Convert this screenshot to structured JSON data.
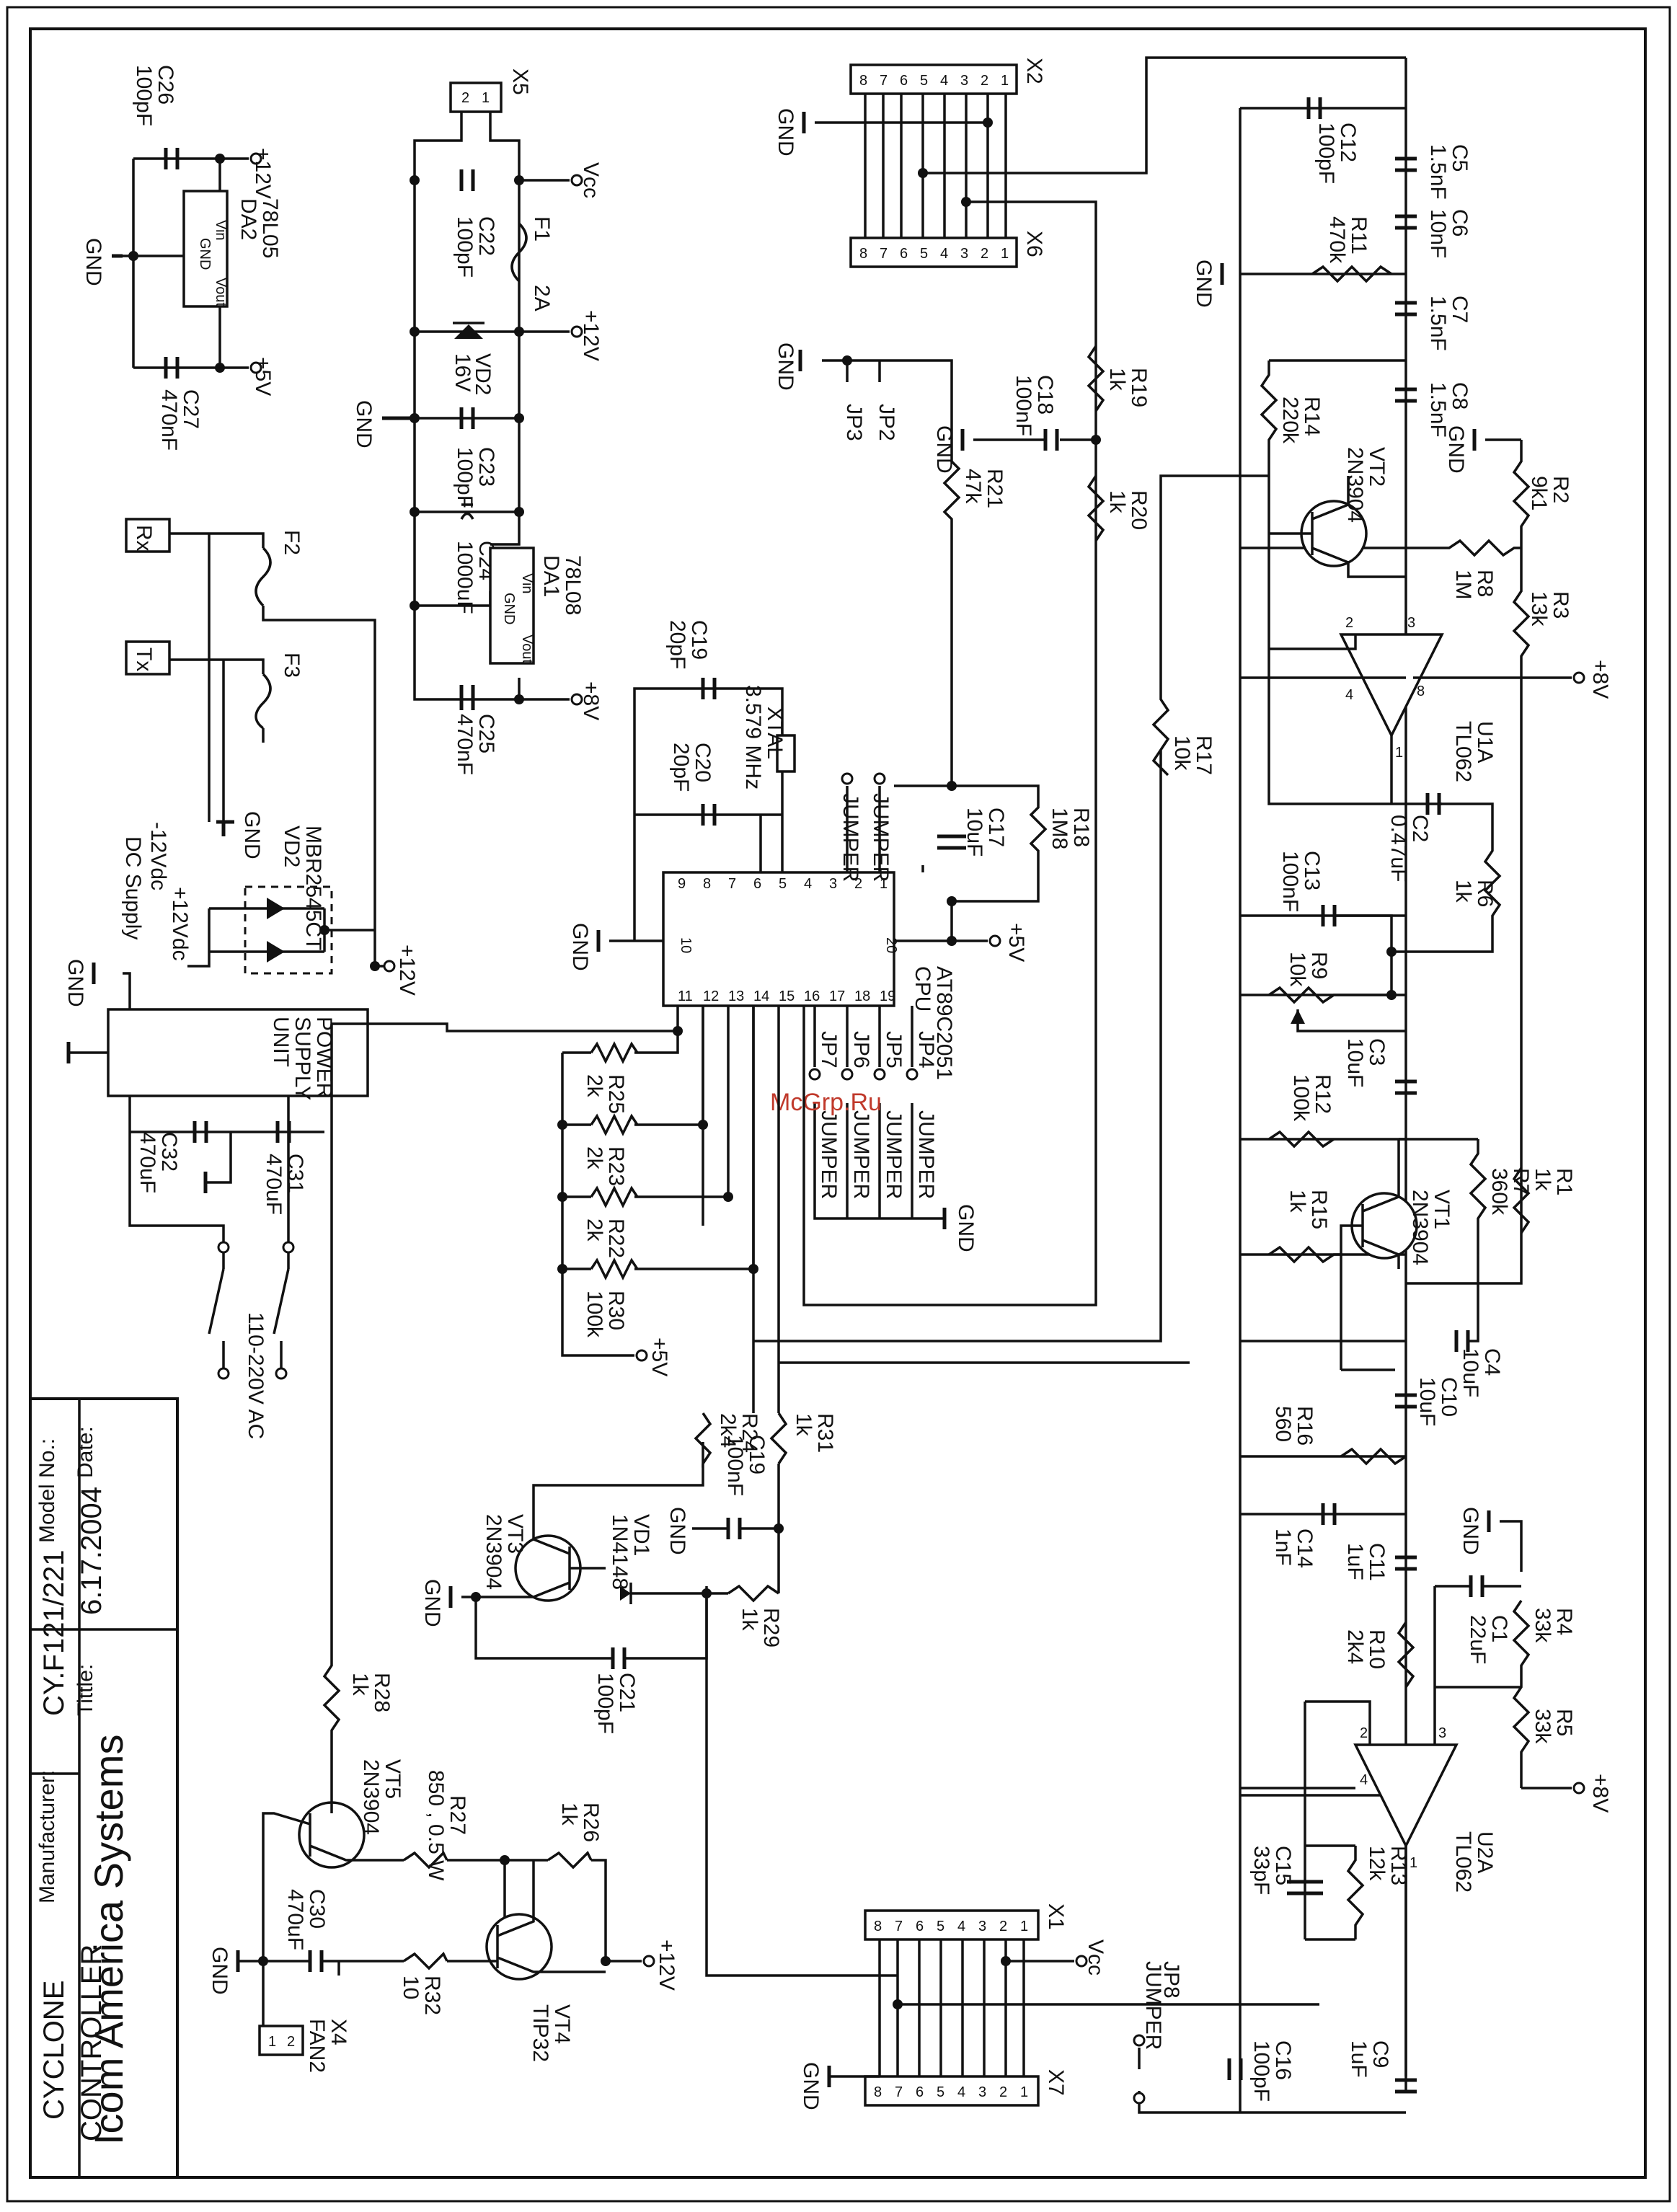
{
  "title_block": {
    "company": "Icom America Systems",
    "date_label": "Date:",
    "date": "6.17.2004",
    "title_label": "Tittle:",
    "title": "CONTROLLER",
    "model_label": "Model No.:",
    "model": "CY.F121/221",
    "manufacturer_label": "Manufacturer:",
    "manufacturer": "CYCLONE"
  },
  "watermark": "McGrp.Ru",
  "power": {
    "plus12": "+12V",
    "plus5": "+5V",
    "plus8": "+8V",
    "vcc": "Vcc",
    "gnd": "GND",
    "minus12vdc": "-12Vdc",
    "plus12vdc": "+12Vdc",
    "dc_supply": "DC Supply",
    "ac": "110-220V AC"
  },
  "psu": {
    "line1": "POWER",
    "line2": "SUPPLY",
    "line3": "UNIT"
  },
  "regulators": {
    "da2": {
      "ref": "DA2",
      "part": "78L05"
    },
    "da1": {
      "ref": "DA1",
      "part": "78L08"
    },
    "pin_vin": "Vin",
    "pin_gnd": "GND",
    "pin_vout": "Vout"
  },
  "cpu": {
    "ref": "CPU",
    "part": "AT89C2051",
    "top_pins": [
      "9",
      "8",
      "7",
      "6",
      "5",
      "4",
      "3",
      "2",
      "1"
    ],
    "bottom_pins": [
      "11",
      "12",
      "13",
      "14",
      "15",
      "16",
      "17",
      "18",
      "19"
    ],
    "pin10": "10",
    "pin20": "20"
  },
  "opamps": {
    "u1a": {
      "ref": "U1A",
      "part": "TL062"
    },
    "u2a": {
      "ref": "U2A",
      "part": "TL062"
    }
  },
  "transistors": {
    "vt1": {
      "ref": "VT1",
      "part": "2N3904"
    },
    "vt2": {
      "ref": "VT2",
      "part": "2N3904"
    },
    "vt3": {
      "ref": "VT3",
      "part": "2N3904"
    },
    "vt4": {
      "ref": "VT4",
      "part": "TIP32"
    },
    "vt5": {
      "ref": "VT5",
      "part": "2N3904"
    }
  },
  "diodes": {
    "vd1": {
      "ref": "VD1",
      "part": "1N4148"
    },
    "vd2z": {
      "ref": "VD2",
      "part": "16V"
    },
    "vd2b": {
      "ref": "VD2",
      "part": "MBR2545CT"
    }
  },
  "fuses": {
    "f1": "F1",
    "f1_rating": "2A",
    "f2": "F2",
    "f3": "F3"
  },
  "crystal": {
    "ref": "XTAL",
    "freq": "3.579 MHz"
  },
  "connectors": {
    "x1": "X1",
    "x2": "X2",
    "x4": "X4",
    "x4_name": "FAN2",
    "x5": "X5",
    "x6": "X6",
    "x7": "X7",
    "rx": "Rx",
    "tx": "Tx",
    "pins": [
      "8",
      "7",
      "6",
      "5",
      "4",
      "3",
      "2",
      "1"
    ],
    "pins2": [
      "2",
      "1"
    ]
  },
  "jumpers": {
    "jp2": "JP2",
    "jp3": "JP3",
    "jp4": "JP4",
    "jp5": "JP5",
    "jp6": "JP6",
    "jp7": "JP7",
    "jp8": "JP8",
    "word": "JUMPER"
  },
  "capacitors": {
    "c1": [
      "C1",
      "22uF"
    ],
    "c2": [
      "C2",
      "0.47uF"
    ],
    "c3": [
      "C3",
      "10uF"
    ],
    "c4": [
      "C4",
      "10uF"
    ],
    "c5": [
      "C5",
      "1.5nF"
    ],
    "c6": [
      "C6",
      "10nF"
    ],
    "c7": [
      "C7",
      "1.5nF"
    ],
    "c8": [
      "C8",
      "1.5nF"
    ],
    "c9": [
      "C9",
      "1uF"
    ],
    "c10": [
      "C10",
      "10uF"
    ],
    "c11": [
      "C11",
      "1uF"
    ],
    "c12": [
      "C12",
      "100pF"
    ],
    "c13": [
      "C13",
      "100nF"
    ],
    "c14": [
      "C14",
      "1nF"
    ],
    "c15": [
      "C15",
      "33pF"
    ],
    "c16": [
      "C16",
      "100pF"
    ],
    "c17": [
      "C17",
      "10uF"
    ],
    "c18": [
      "C18",
      "100nF"
    ],
    "c19a": [
      "C19",
      "20pF"
    ],
    "c19b": [
      "C19",
      "100nF"
    ],
    "c20": [
      "C20",
      "20pF"
    ],
    "c21": [
      "C21",
      "100pF"
    ],
    "c22": [
      "C22",
      "100pF"
    ],
    "c23": [
      "C23",
      "100pF"
    ],
    "c24": [
      "C24",
      "1000uF"
    ],
    "c25": [
      "C25",
      "470nF"
    ],
    "c26": [
      "C26",
      "100pF"
    ],
    "c27": [
      "C27",
      "470nF"
    ],
    "c30": [
      "C30",
      "470uF"
    ],
    "c31": [
      "C31",
      "470uF"
    ],
    "c32": [
      "C32",
      "470uF"
    ]
  },
  "resistors": {
    "r1": [
      "R1",
      "1k"
    ],
    "r2": [
      "R2",
      "9k1"
    ],
    "r3": [
      "R3",
      "13k"
    ],
    "r4": [
      "R4",
      "33k"
    ],
    "r5": [
      "R5",
      "33k"
    ],
    "r6": [
      "R6",
      "1k"
    ],
    "r7": [
      "R7",
      "360k"
    ],
    "r8": [
      "R8",
      "1M"
    ],
    "r9": [
      "R9",
      "10k"
    ],
    "r10": [
      "R10",
      "2k4"
    ],
    "r11": [
      "R11",
      "470k"
    ],
    "r12": [
      "R12",
      "100k"
    ],
    "r13": [
      "R13",
      "12k"
    ],
    "r14": [
      "R14",
      "220k"
    ],
    "r15": [
      "R15",
      "1k"
    ],
    "r16": [
      "R16",
      "560"
    ],
    "r17": [
      "R17",
      "10k"
    ],
    "r18": [
      "R18",
      "1M8"
    ],
    "r19": [
      "R19",
      "1k"
    ],
    "r20": [
      "R20",
      "1k"
    ],
    "r21": [
      "R21",
      "47k"
    ],
    "r22": [
      "R22",
      "2k"
    ],
    "r23": [
      "R23",
      "2k"
    ],
    "r24": [
      "R24",
      "2k4"
    ],
    "r25": [
      "R25",
      "2k"
    ],
    "r26": [
      "R26",
      "1k"
    ],
    "r27": [
      "R27",
      "850 , 0.5 W"
    ],
    "r28": [
      "R28",
      "1k"
    ],
    "r29": [
      "R29",
      "1k"
    ],
    "r30": [
      "R30",
      "100k"
    ],
    "r31": [
      "R31",
      "1k"
    ],
    "r32": [
      "R32",
      "10"
    ]
  }
}
